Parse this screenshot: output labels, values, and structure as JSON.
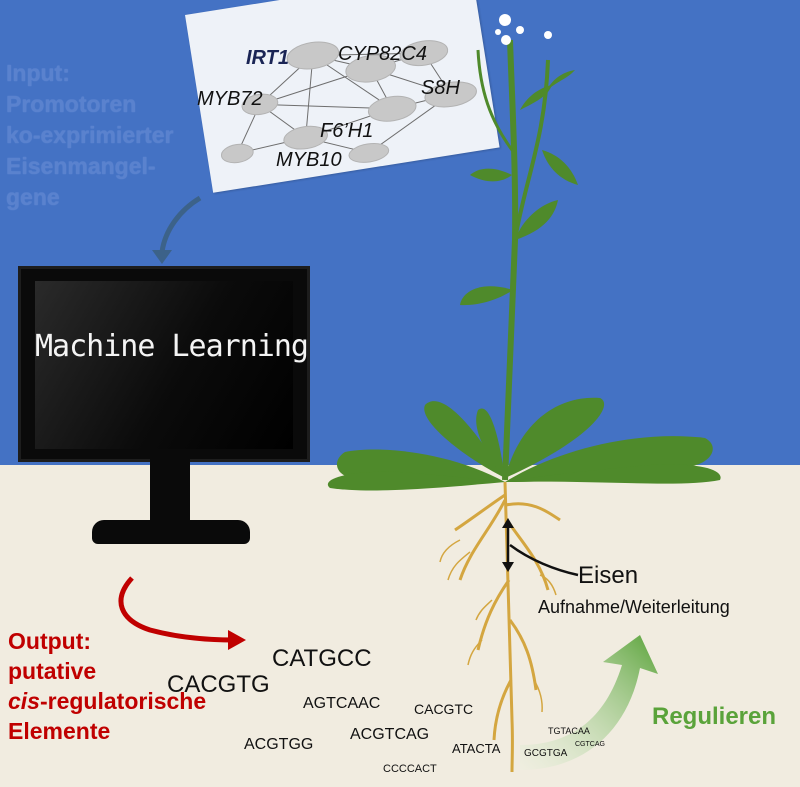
{
  "input": {
    "lines": [
      "Input:",
      "Promotoren",
      "ko-exprimierter",
      "Eisenmangel-",
      "gene"
    ]
  },
  "network": {
    "genes": [
      "IRT1",
      "CYP82C4",
      "MYB72",
      "S8H",
      "F6’H1",
      "MYB10"
    ]
  },
  "monitor": {
    "label": "Machine Learning"
  },
  "output": {
    "line1": "Output:",
    "line2": "putative",
    "line3_italic": "cis",
    "line3_rest": "-regulatorische",
    "line4": "Elemente"
  },
  "motifs": [
    "CATGCC",
    "CACGTG",
    "AGTCAAC",
    "CACGTC",
    "ACGTCAG",
    "ACGTGG",
    "ATACTA",
    "CCCCACT",
    "TGTACAA",
    "CGTCAG",
    "GCGTGA"
  ],
  "root": {
    "eisen": "Eisen",
    "aufnahme": "Aufnahme/Weiterleitung",
    "regulieren": "Regulieren"
  },
  "colors": {
    "sky": "#4472c4",
    "soil": "#f1ece0",
    "leaf": "#4f8a2b",
    "root": "#d4a640",
    "output_red": "#c00000",
    "regulate_green": "#5aa33a"
  }
}
